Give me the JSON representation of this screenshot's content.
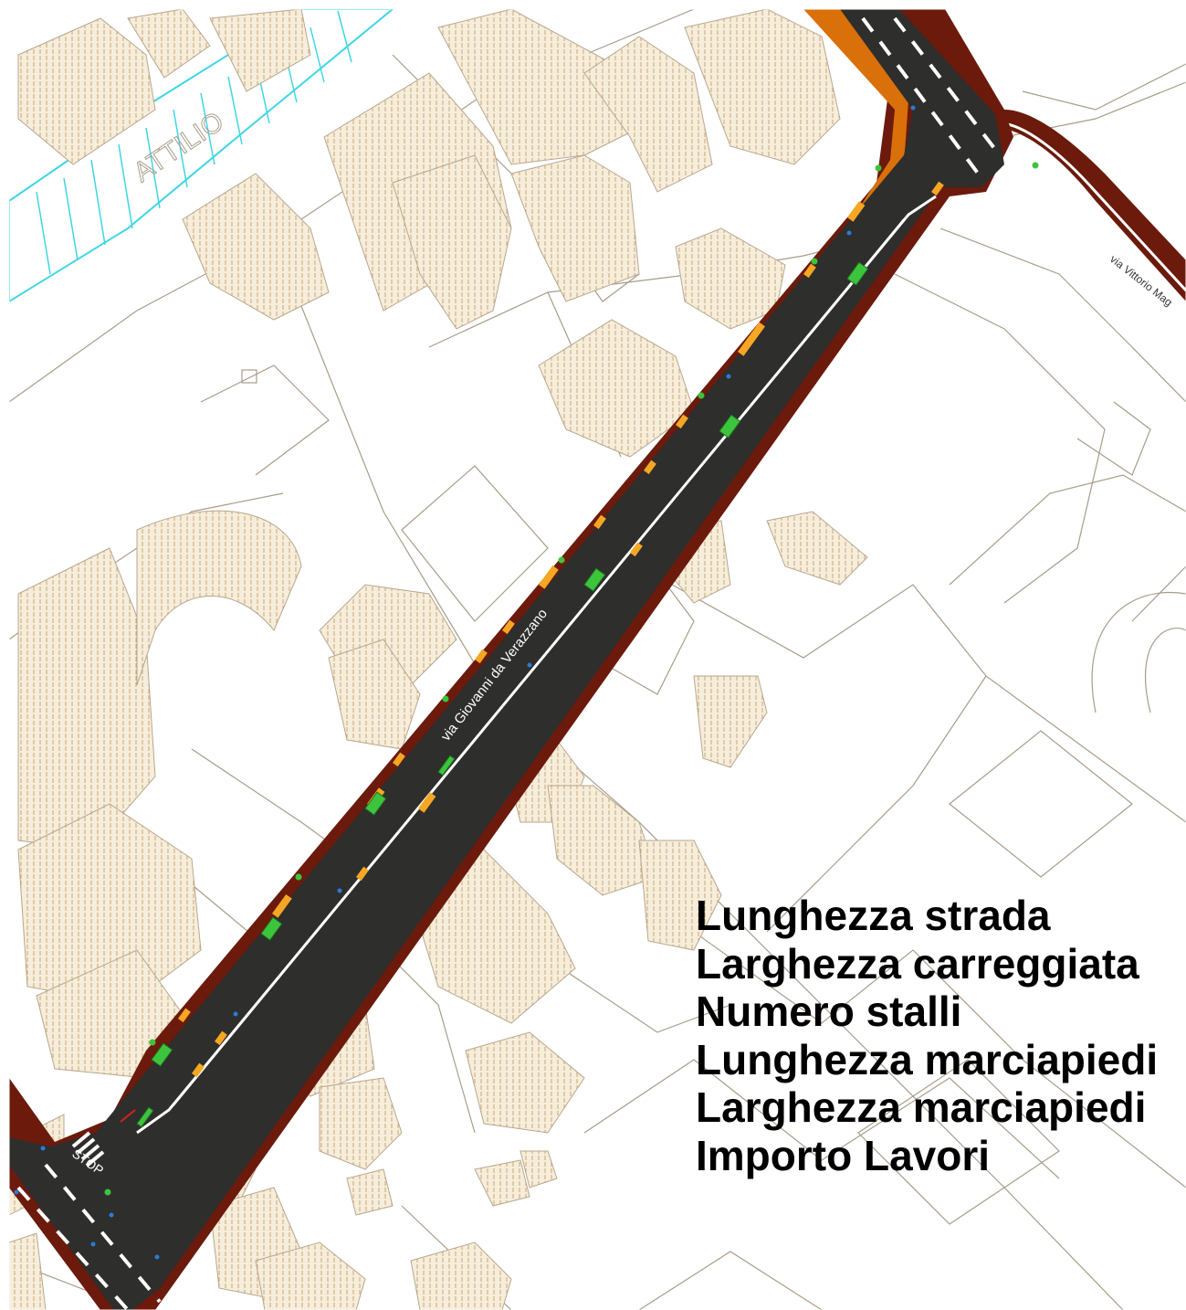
{
  "map": {
    "labels": {
      "street_main": "via Giovanni da Verazzano",
      "street_side": "via Vittorio Mag",
      "street_upper": "ATTILIO",
      "stop_marking": "STOP"
    },
    "colors": {
      "road": "#2e2e2c",
      "sidewalk": "#6b1a0c",
      "building_fill": "#f4ead6",
      "building_hatch": "#c9a874",
      "outline": "#a89c8a",
      "accent_orange": "#f5a623",
      "tree_green": "#3dc43d",
      "cyan_area": "#3fd6e6"
    }
  },
  "legend": {
    "items": [
      "Lunghezza strada",
      "Larghezza carreggiata",
      "Numero stalli",
      "Lunghezza marciapiedi",
      "Larghezza marciapiedi",
      "Importo Lavori"
    ]
  }
}
